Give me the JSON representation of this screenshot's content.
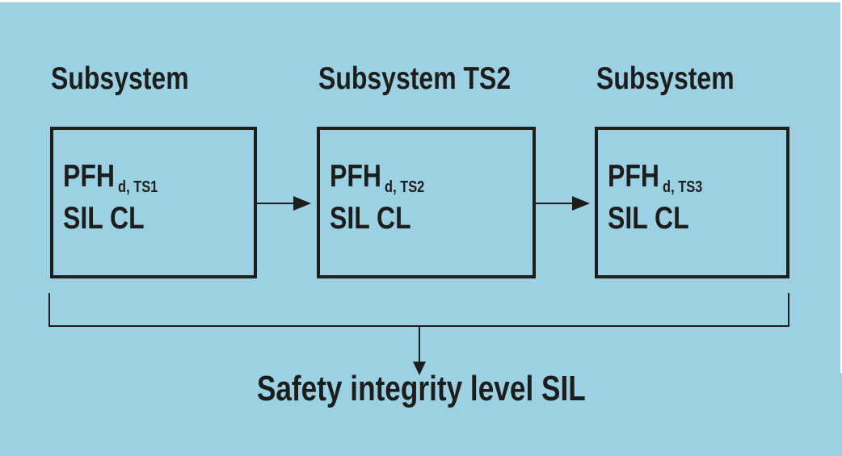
{
  "colors": {
    "background": "#9cd1e4",
    "ink": "#1d1d1b",
    "frame": "#ffffff"
  },
  "subsystems": [
    {
      "title": "Subsystem",
      "pfh_label": "PFH",
      "pfh_subscript": "d, TS1",
      "sil_label": "SIL CL"
    },
    {
      "title": "Subsystem TS2",
      "pfh_label": "PFH",
      "pfh_subscript": "d, TS2",
      "sil_label": "SIL CL"
    },
    {
      "title": "Subsystem",
      "pfh_label": "PFH",
      "pfh_subscript": "d, TS3",
      "sil_label": "SIL CL"
    }
  ],
  "result_label": "Safety integrity level SIL"
}
